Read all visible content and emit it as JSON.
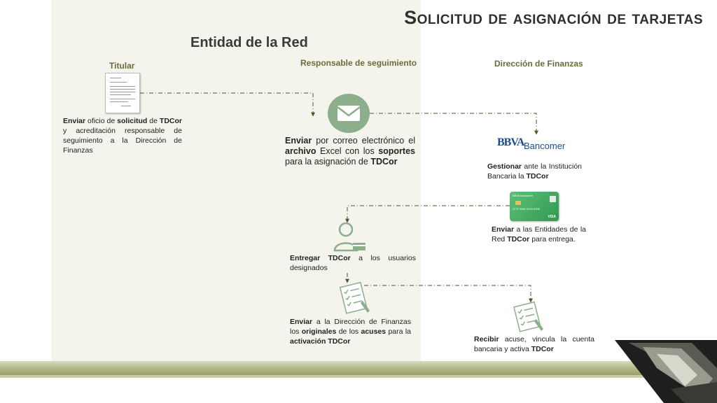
{
  "header": {
    "title": "Solicitud de asignación de tarjetas",
    "subtitle": "Entidad de la Red"
  },
  "columns": {
    "titular": "Titular",
    "responsable": "Responsable de seguimiento",
    "direccion": "Dirección de Finanzas"
  },
  "steps": {
    "step1": [
      {
        "t": "Enviar",
        "b": true
      },
      {
        "t": " oficio de ",
        "b": false
      },
      {
        "t": "solicitud",
        "b": true
      },
      {
        "t": " de ",
        "b": false
      },
      {
        "t": "TDCor",
        "b": true
      },
      {
        "t": " y acreditación responsable de seguimiento a la Dirección de Finanzas",
        "b": false
      }
    ],
    "step2": [
      {
        "t": "Enviar",
        "b": true
      },
      {
        "t": " por correo electrónico el ",
        "b": false
      },
      {
        "t": "archivo",
        "b": true
      },
      {
        "t": " Excel con los ",
        "b": false
      },
      {
        "t": "soportes",
        "b": true
      },
      {
        "t": " para la asignación de ",
        "b": false
      },
      {
        "t": "TDCor",
        "b": true
      }
    ],
    "step3": [
      {
        "t": "Gestionar",
        "b": true
      },
      {
        "t": " ante la Institución Bancaria la ",
        "b": false
      },
      {
        "t": "TDCor",
        "b": true
      }
    ],
    "step4": [
      {
        "t": "Enviar",
        "b": true
      },
      {
        "t": " a las Entidades de la Red  ",
        "b": false
      },
      {
        "t": "TDCor",
        "b": true
      },
      {
        "t": " para entrega.",
        "b": false
      }
    ],
    "step5": [
      {
        "t": "Entregar",
        "b": true
      },
      {
        "t": " ",
        "b": false
      },
      {
        "t": "TDCor",
        "b": true
      },
      {
        "t": " a los usuarios designados",
        "b": false
      }
    ],
    "step6": [
      {
        "t": "Enviar",
        "b": true
      },
      {
        "t": " a la Dirección de Finanzas los ",
        "b": false
      },
      {
        "t": "originales",
        "b": true
      },
      {
        "t": " de los ",
        "b": false
      },
      {
        "t": "acuses",
        "b": true
      },
      {
        "t": " para la ",
        "b": false
      },
      {
        "t": "activación  TDCor",
        "b": true
      }
    ],
    "step7": [
      {
        "t": "Recibir",
        "b": true
      },
      {
        "t": " acuse, vincula la cuenta bancaria y activa ",
        "b": false
      },
      {
        "t": "TDCor",
        "b": true
      }
    ]
  },
  "logos": {
    "bbva_mark": "BBVA",
    "bbva_word": "Bancomer",
    "card_brand": "BBVA bancomer",
    "card_number": "4772  0000  0000  0000",
    "card_network": "VISA"
  },
  "icons": [
    "document-icon",
    "email-icon",
    "bbva-logo",
    "credit-card-icon",
    "user-card-icon",
    "checklist-icon",
    "checklist-icon"
  ],
  "colors": {
    "panel": "#f4f4ec",
    "heading": "#6b6b3a",
    "arrow": "#4a5a2a",
    "mail_circle": "#8cae8a",
    "card_green": "#2f9a52",
    "bbva_blue": "#1b4b8f"
  }
}
